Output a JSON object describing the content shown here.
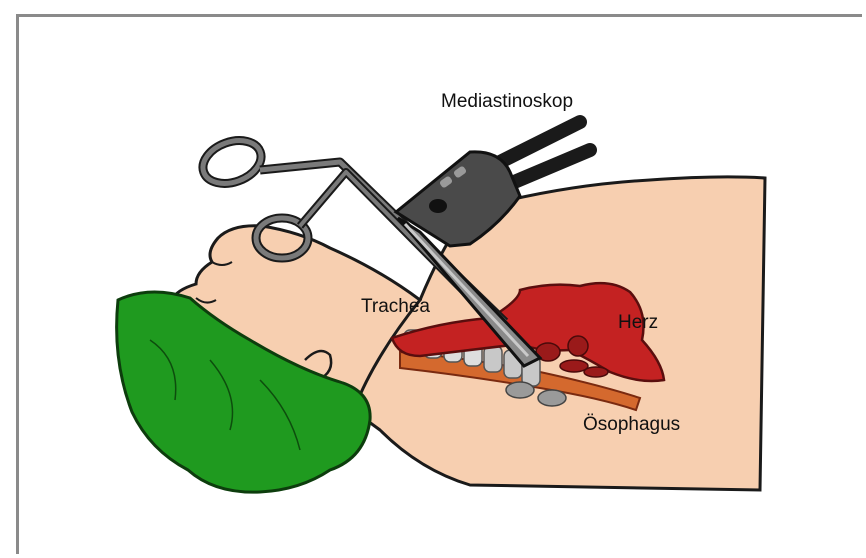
{
  "labels": {
    "mediastinoskop": "Mediastinoskop",
    "trachea": "Trachea",
    "herz": "Herz",
    "oesophagus": "Ösophagus"
  },
  "colors": {
    "skin": "#f7cfb0",
    "outline": "#1a1a1a",
    "cap": "#1f9a1f",
    "heart": "#c42222",
    "muscle": "#b8321e",
    "instrument": "#6e6e6e",
    "scope": "#3a3a3a",
    "cartilage": "#c8c8c8"
  }
}
